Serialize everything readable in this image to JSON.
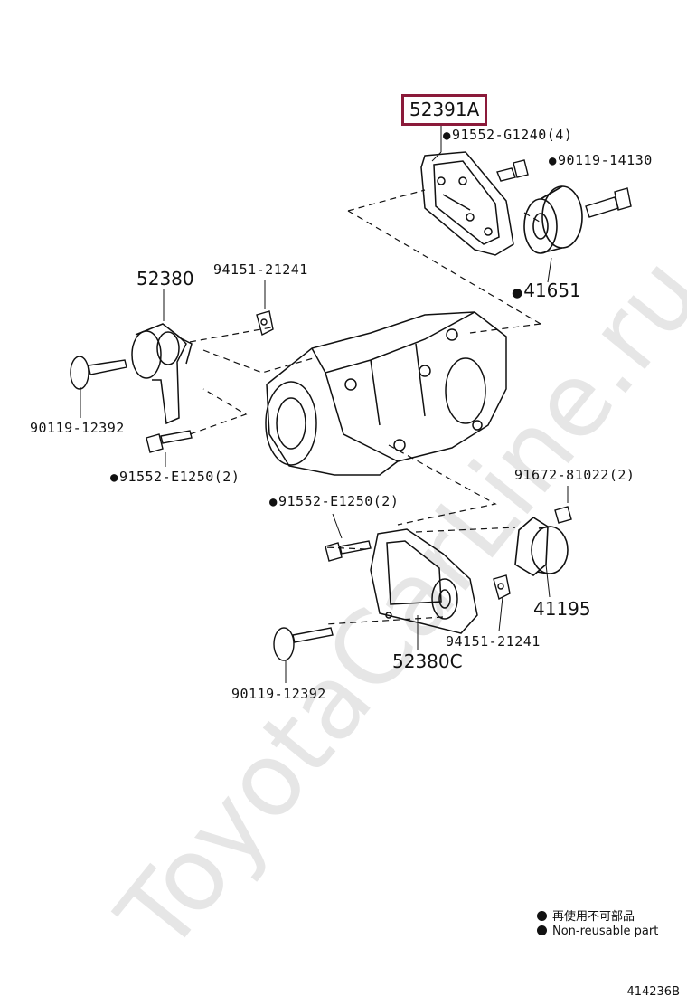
{
  "diagram": {
    "watermark": "ToyotaCarLine.ru",
    "labels": {
      "p52391A": "52391A",
      "p91552_G1240": "91552-G1240(4)",
      "p90119_14130": "90119-14130",
      "p41651": "41651",
      "p52380": "52380",
      "p94151_top": "94151-21241",
      "p90119_left": "90119-12392",
      "p91552_E1250_a": "91552-E1250(2)",
      "p91552_E1250_b": "91552-E1250(2)",
      "p91672": "91672-81022(2)",
      "p41195": "41195",
      "p94151_bottom": "94151-21241",
      "p52380C": "52380C",
      "p90119_bottom": "90119-12392"
    },
    "legend": {
      "line1": "再使用不可部品",
      "line2": "Non-reusable part"
    },
    "figure_code": "414236B",
    "colors": {
      "highlight": "#8b1a3a",
      "ink": "#111111",
      "watermark": "#e6e6e6"
    }
  }
}
